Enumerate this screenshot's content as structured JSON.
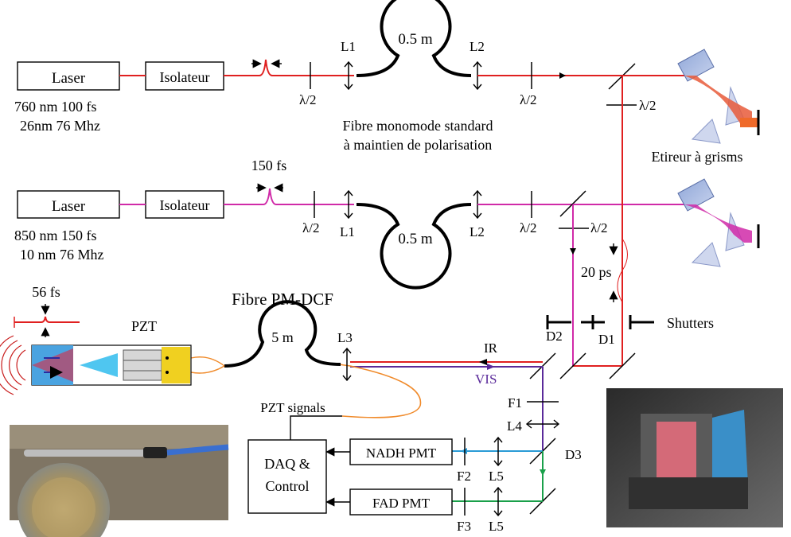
{
  "line1": {
    "laser": "Laser",
    "laser_spec_1": "760 nm 100 fs",
    "laser_spec_2": "26nm 76 Mhz",
    "isolator": "Isolateur",
    "wp_a": "λ/2",
    "lens_a": "L1",
    "fiber_len": "0.5 m",
    "lens_b": "L2",
    "wp_b": "λ/2",
    "wp_c": "λ/2",
    "fiber_desc_1": "Fibre monomode standard",
    "fiber_desc_2": "à maintien de polarisation",
    "stretcher": "Etireur à grisms"
  },
  "line2": {
    "laser": "Laser",
    "laser_spec_1": "850 nm 150 fs",
    "laser_spec_2": "10 nm 76 Mhz",
    "isolator": "Isolateur",
    "pulse": "150 fs",
    "wp_a": "λ/2",
    "lens_a": "L1",
    "fiber_len": "0.5 m",
    "lens_b": "L2",
    "wp_b": "λ/2",
    "wp_c": "λ/2",
    "delay": "20 ps"
  },
  "probe": {
    "pulse": "56 fs",
    "pzt": "PZT",
    "fiber_title": "Fibre PM-DCF",
    "fiber_len": "5 m",
    "lens": "L3",
    "ir": "IR",
    "vis": "VIS",
    "d1": "D1",
    "d2": "D2",
    "shutters": "Shutters"
  },
  "detection": {
    "pzt_signals": "PZT signals",
    "daq_1": "DAQ &",
    "daq_2": "Control",
    "nadh": "NADH PMT",
    "fad": "FAD PMT",
    "f1": "F1",
    "f2": "F2",
    "f3": "F3",
    "l4": "L4",
    "l5a": "L5",
    "l5b": "L5",
    "d3": "D3"
  },
  "colors": {
    "red_beam": "#e02020",
    "magenta_beam": "#d02aa8",
    "blue_beam": "#2a9bd6",
    "green_beam": "#1aa04a",
    "vis_beam": "#5a2a9a",
    "orange_cable": "#f08a2a"
  }
}
